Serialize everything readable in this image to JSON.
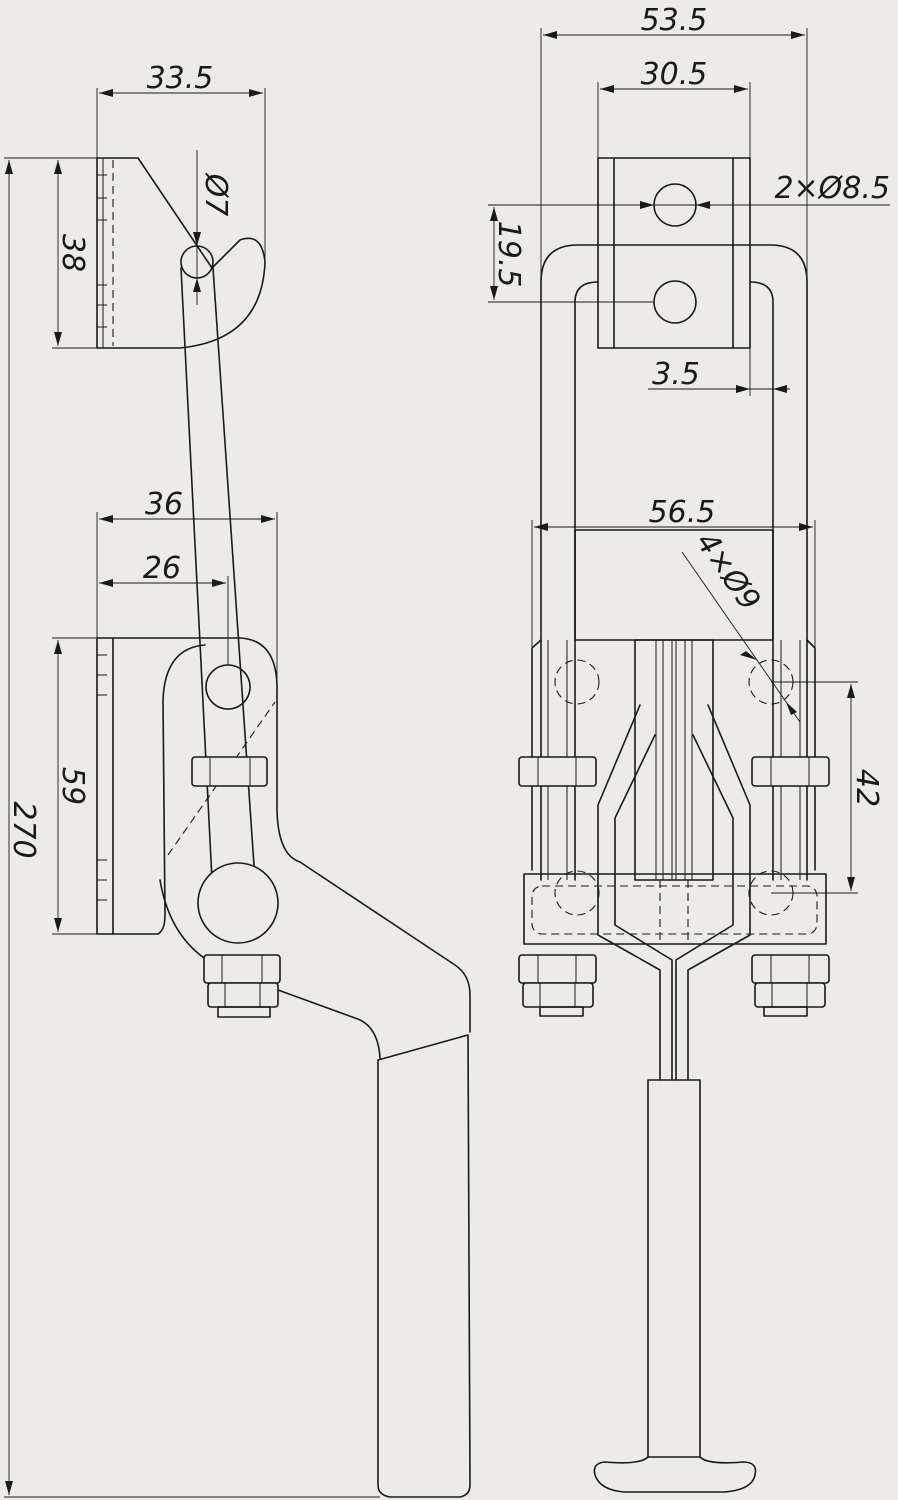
{
  "dimensions": {
    "overall_height": "270",
    "top_width_side": "33.5",
    "hole_dia_side": "Ø7",
    "top_plate_height": "38",
    "hook_width_outer": "36",
    "hook_width_inner": "26",
    "base_plate_height": "59",
    "top_width_front": "53.5",
    "bracket_width": "30.5",
    "bracket_holes": "2×Ø8.5",
    "hole_spacing": "19.5",
    "rod_offset": "3.5",
    "base_width": "56.5",
    "base_holes": "4×Ø9",
    "base_hole_spacing": "42"
  }
}
